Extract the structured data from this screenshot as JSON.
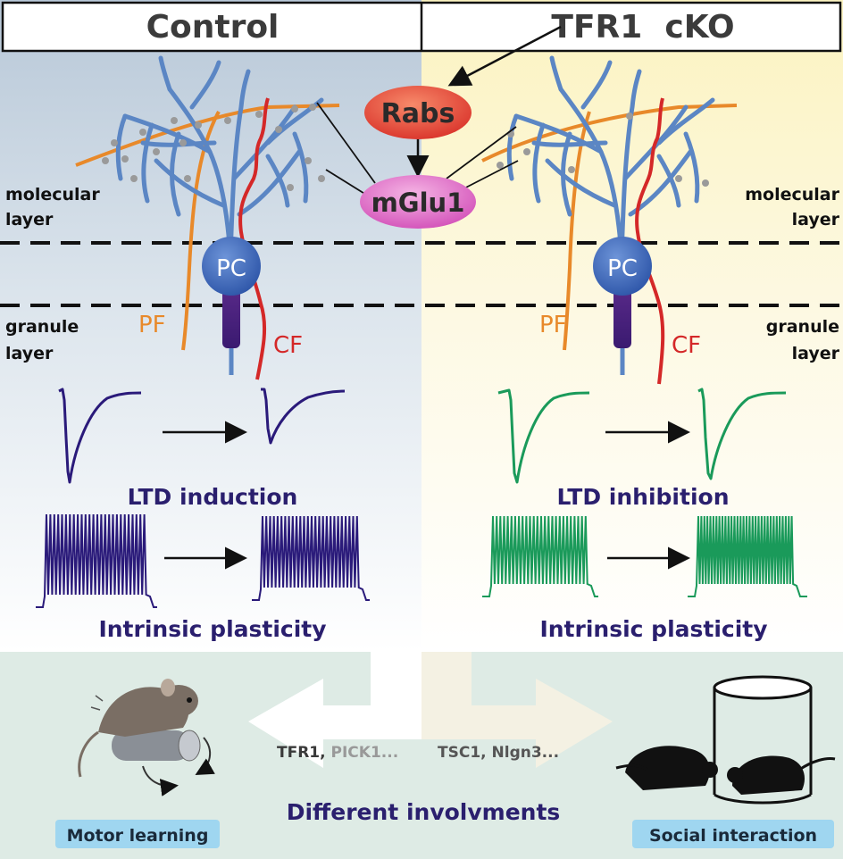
{
  "header": {
    "left": "Control",
    "right": "TFR1  cKO"
  },
  "center": {
    "rabs": "Rabs",
    "mglu1": "mGlu1"
  },
  "layers": {
    "molecular_left_1": "molecular",
    "molecular_left_2": "layer",
    "granule_left_1": "granule",
    "granule_left_2": "layer",
    "molecular_right_1": "molecular",
    "molecular_right_2": "layer",
    "granule_right_1": "granule",
    "granule_right_2": "layer"
  },
  "neuron": {
    "pc": "PC",
    "pf": "PF",
    "cf": "CF"
  },
  "plasticity": {
    "ltd_control": "LTD induction",
    "ltd_cko": "LTD inhibition",
    "intrinsic_control": "Intrinsic plasticity",
    "intrinsic_cko": "Intrinsic plasticity"
  },
  "bottom": {
    "arrow_left_bold": "TFR1,",
    "arrow_left_gray": " PICK1...",
    "arrow_right": "TSC1, Nlgn3...",
    "caption": "Different involvments",
    "motor_label": "Motor learning",
    "social_label": "Social interaction"
  },
  "colors": {
    "control_trace": "#2a1a7a",
    "cko_trace": "#1a9a5a",
    "dendrite": "#5b86c4",
    "pf": "#e8892a",
    "cf": "#d42828",
    "text_navy": "#2a1f6e"
  }
}
